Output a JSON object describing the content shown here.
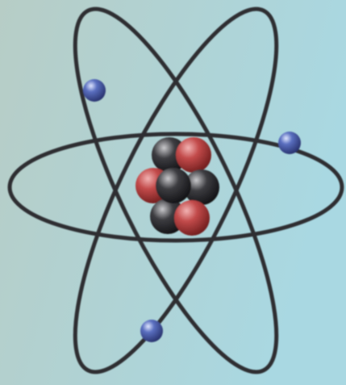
{
  "image": {
    "subject": "atom-model",
    "colors": {
      "background_left": "#b7cdc6",
      "background_right": "#a9d8e2",
      "orbit": "#2e2e33",
      "electron": "#5a6fc0",
      "proton": "#c24a4a",
      "neutron": "#3c3c40"
    },
    "nucleus": {
      "particles": [
        {
          "kind": "neutron"
        },
        {
          "kind": "proton"
        },
        {
          "kind": "proton"
        },
        {
          "kind": "neutron"
        },
        {
          "kind": "neutron"
        },
        {
          "kind": "neutron"
        },
        {
          "kind": "proton"
        }
      ]
    },
    "electron_count": 3,
    "orbit_count": 3
  }
}
